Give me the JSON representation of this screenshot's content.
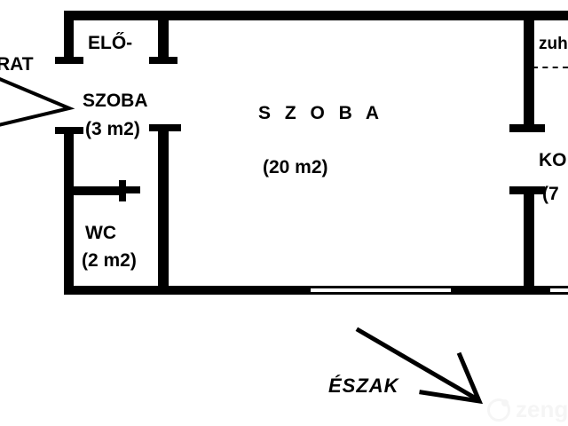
{
  "document": {
    "type": "floor-plan",
    "language": "hu",
    "background_color": "#ffffff",
    "line_color": "#000000"
  },
  "rooms": [
    {
      "id": "elo-szoba",
      "name_line1": "ELŐ-",
      "name_line2": "SZOBA",
      "area": "(3 m2)"
    },
    {
      "id": "wc",
      "name": "WC",
      "area": "(2 m2)"
    },
    {
      "id": "szoba",
      "name": "S Z O B A",
      "area": "(20 m2)"
    },
    {
      "id": "zuhanyzo",
      "name": "zuh"
    },
    {
      "id": "konyha",
      "name": "KO",
      "area": "(7"
    }
  ],
  "annotations": {
    "exterior_label": "RAT",
    "compass_label": "ÉSZAK"
  },
  "watermark": {
    "text": "zenga",
    "color": "#f2f2f2"
  }
}
